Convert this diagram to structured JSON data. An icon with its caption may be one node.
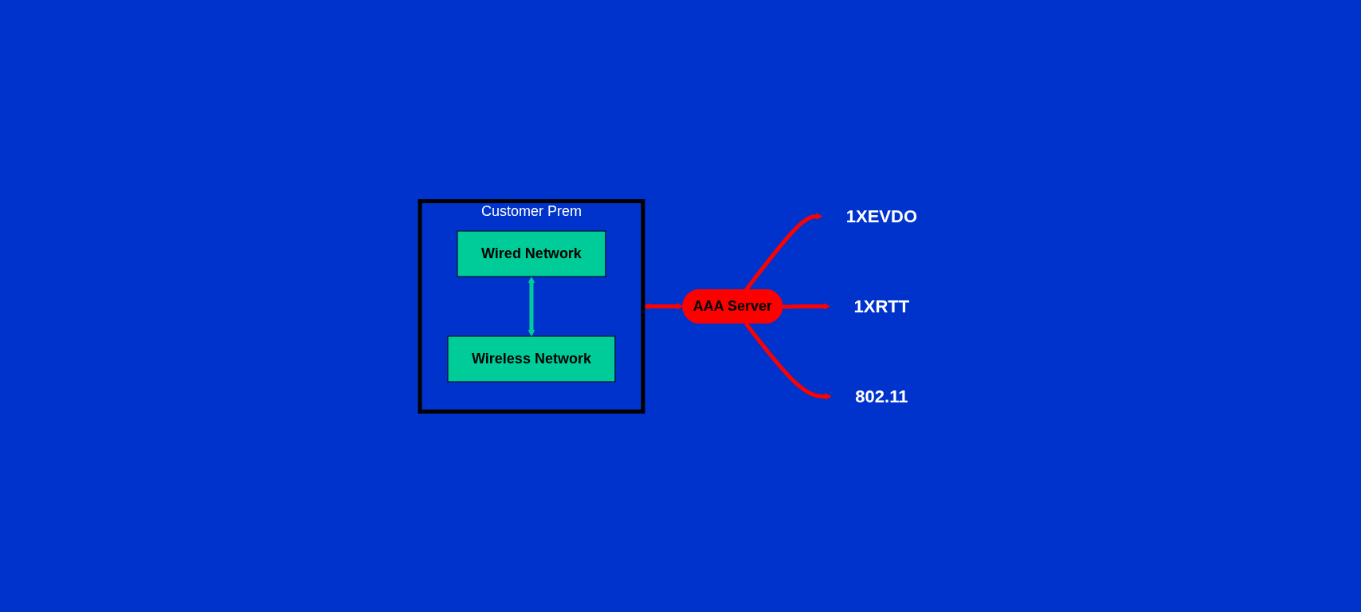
{
  "diagram": {
    "nodes": [
      {
        "text": [
          "Customer Prem"
        ]
      },
      {
        "text": [
          "Wired Network"
        ],
        "in": 0
      },
      {
        "text": [
          "Wireless Network"
        ],
        "in": 0
      },
      {
        "text": [
          "AAA Server"
        ]
      },
      {
        "text": [
          "1XEVDO"
        ]
      },
      {
        "text": [
          "1XRTT"
        ]
      },
      {
        "text": [
          "802.11"
        ]
      }
    ],
    "edges": [
      {
        "from": 1,
        "to": 2,
        "arrow": "both",
        "color": "#00cc99"
      },
      {
        "from": 0,
        "to": 3,
        "arrow": "both"
      },
      {
        "from": 3,
        "to": 4,
        "arrow": "to"
      },
      {
        "from": 3,
        "to": 5,
        "arrow": "to"
      },
      {
        "from": 3,
        "to": 6,
        "arrow": "to"
      }
    ]
  }
}
